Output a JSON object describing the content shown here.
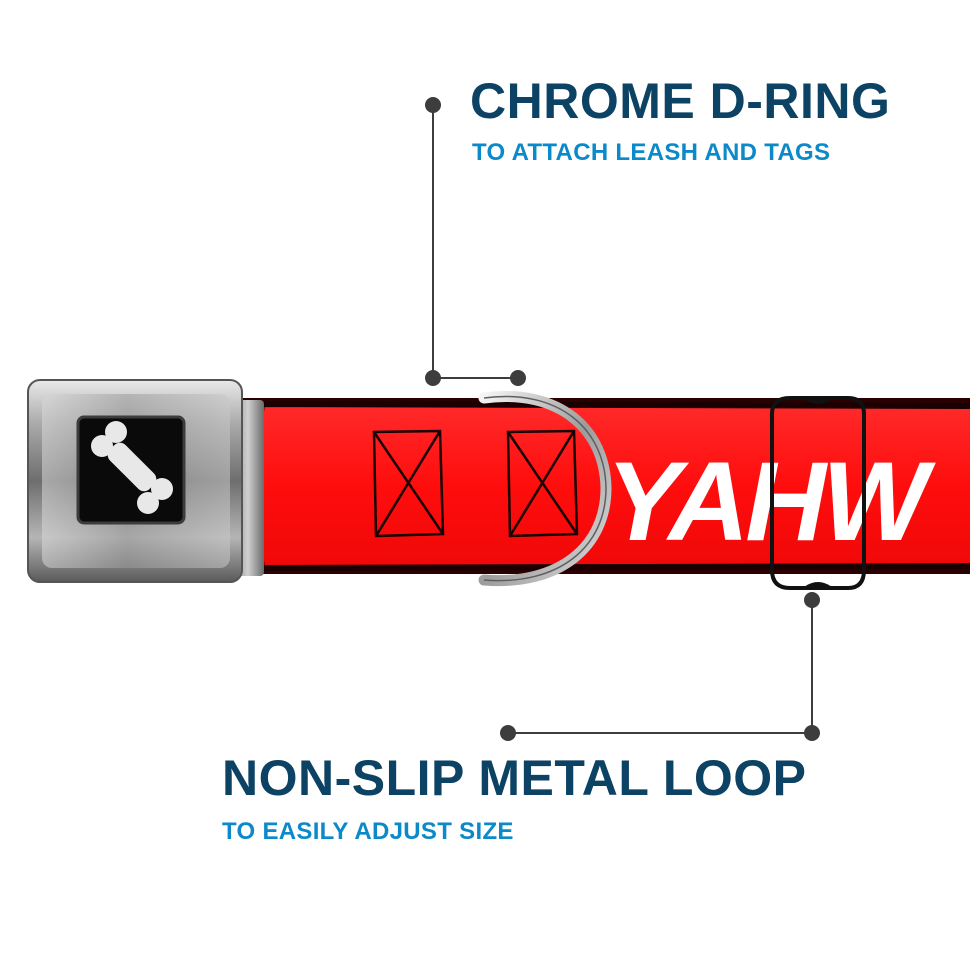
{
  "callouts": {
    "dring": {
      "title": "CHROME D-RING",
      "subtitle": "TO ATTACH LEASH AND TAGS"
    },
    "loop": {
      "title": "NON-SLIP METAL LOOP",
      "subtitle": "TO EASILY ADJUST SIZE"
    }
  },
  "collar": {
    "print_text": "YAHW",
    "buckle_icon": "bone-icon",
    "colors": {
      "strap": "#ff0d0d",
      "strap_edge": "#1a0000",
      "print": "#ffffff",
      "title": "#0c4263",
      "subtitle": "#0b89c8",
      "pointer": "#3d3d3d"
    }
  }
}
